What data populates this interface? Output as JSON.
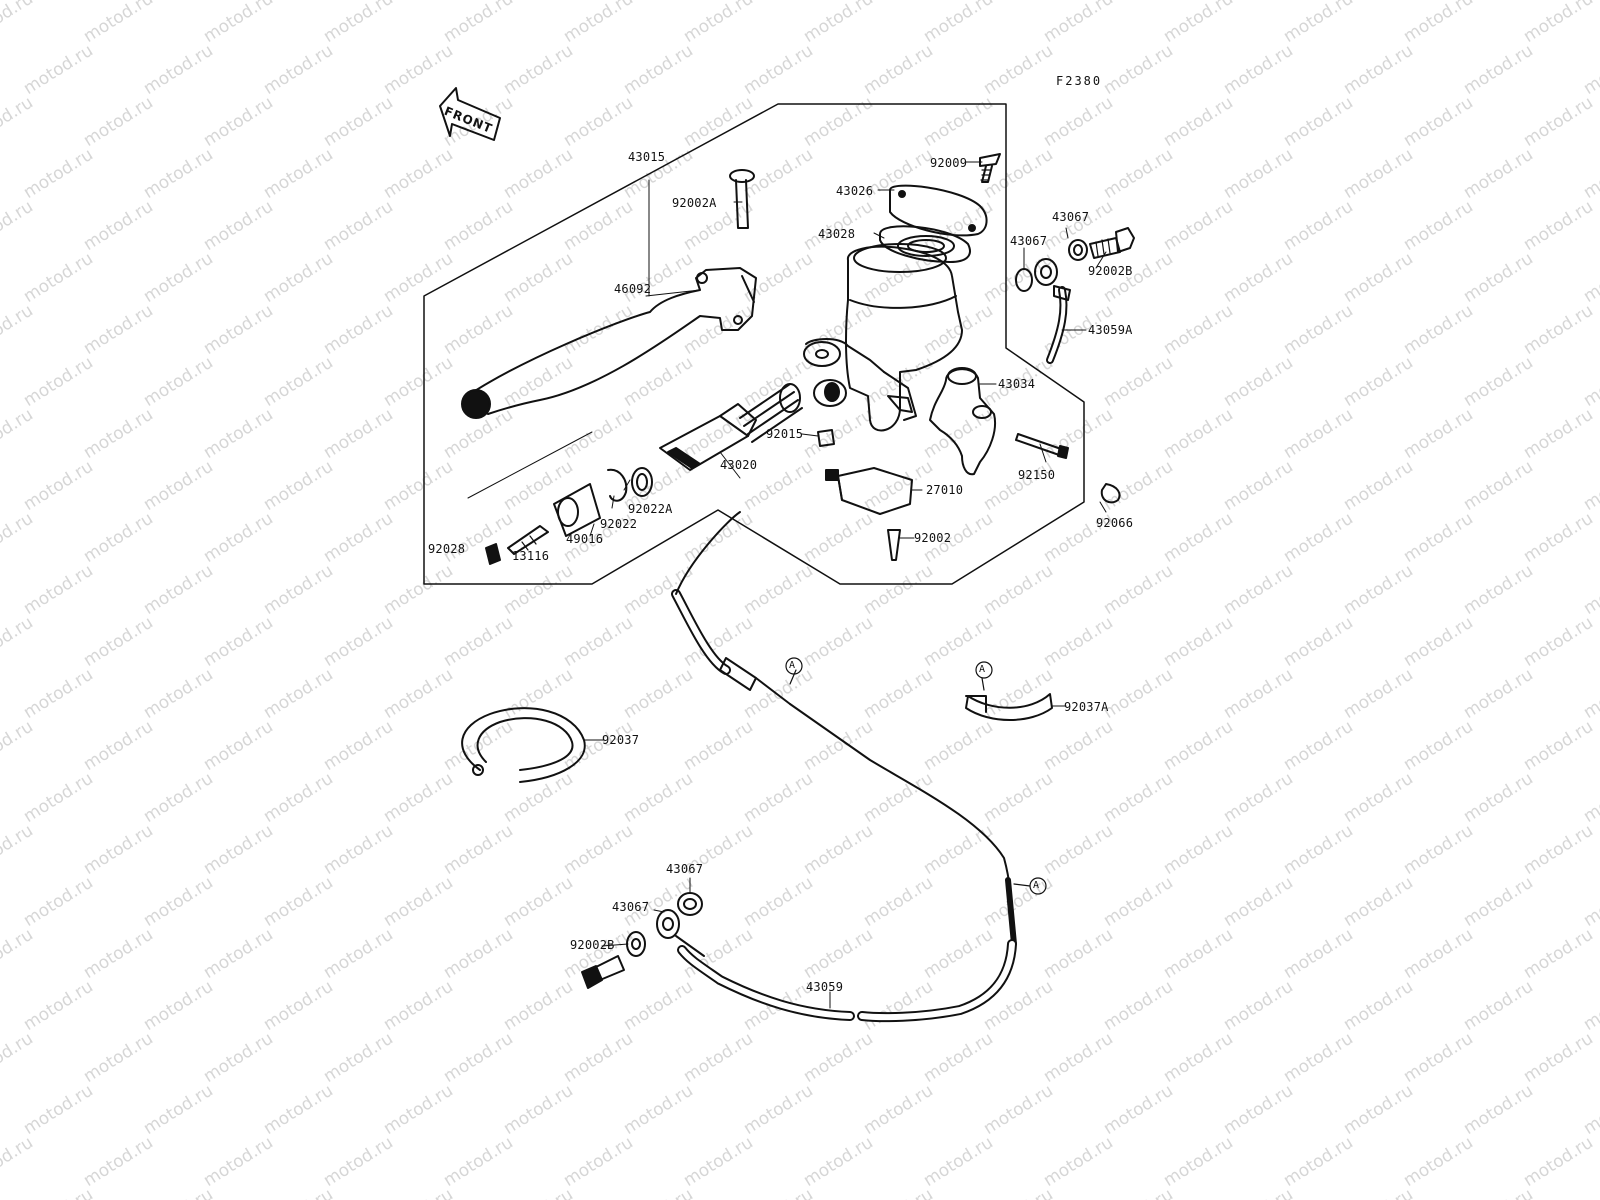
{
  "watermark_text": "motod.ru",
  "figure_code": "F2380",
  "front_arrow": "FRONT",
  "part_labels": {
    "p43015": "43015",
    "p92002A": "92002A",
    "p92009": "92009",
    "p43026": "43026",
    "p43028": "43028",
    "p43067_top": "43067",
    "p43067_mid": "43067",
    "p92002B_top": "92002B",
    "p43059A": "43059A",
    "p46092": "46092",
    "p43034": "43034",
    "p92015": "92015",
    "p43020": "43020",
    "p92150": "92150",
    "p27010": "27010",
    "p92066": "92066",
    "p92022A": "92022A",
    "p92022": "92022",
    "p49016": "49016",
    "p92028": "92028",
    "p13116": "13116",
    "p92002": "92002",
    "p92037A": "92037A",
    "p92037": "92037",
    "p43067_bot1": "43067",
    "p43067_bot2": "43067",
    "p92002B_bot": "92002B",
    "p43059": "43059"
  },
  "connector_markers": [
    "A",
    "A",
    "A"
  ]
}
